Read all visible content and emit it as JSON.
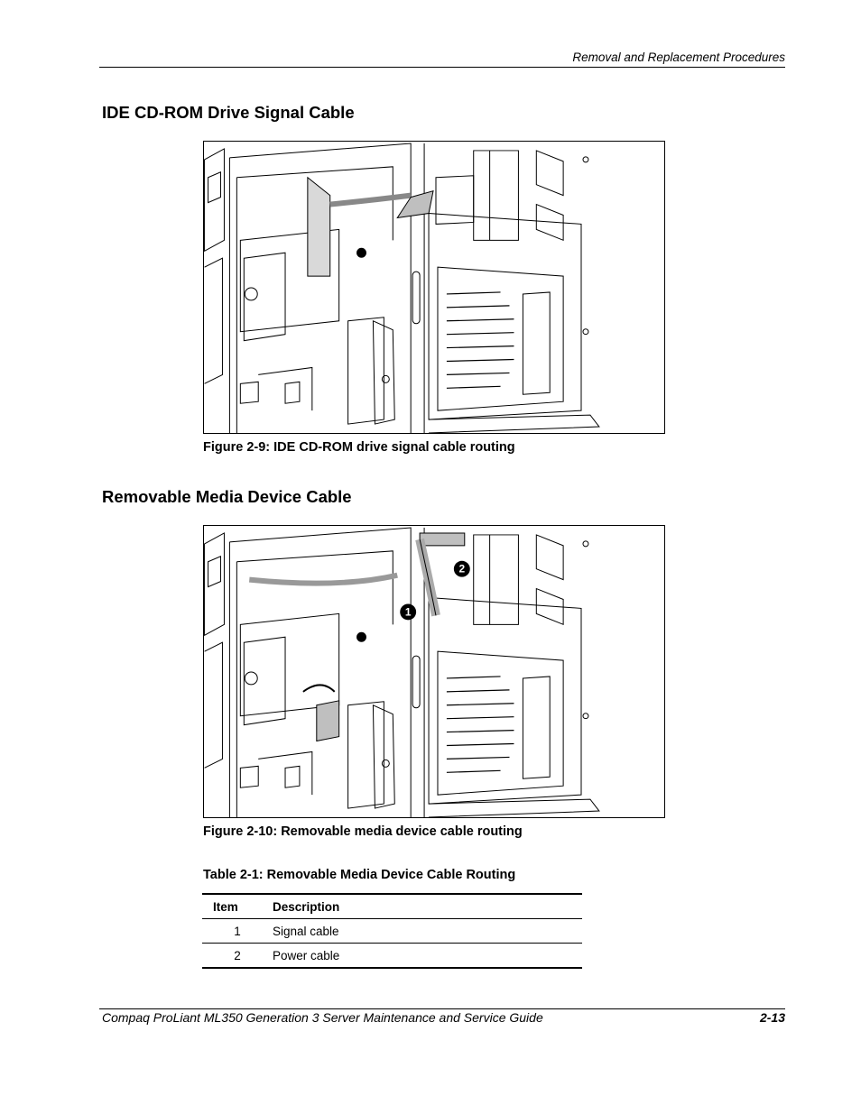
{
  "header": {
    "section_title": "Removal and Replacement Procedures"
  },
  "section1": {
    "heading": "IDE CD-ROM Drive Signal Cable",
    "figure_caption": "Figure 2-9:  IDE CD-ROM drive signal cable routing"
  },
  "section2": {
    "heading": "Removable Media Device Cable",
    "figure_caption": "Figure 2-10:  Removable media device cable routing",
    "callouts": [
      "1",
      "2"
    ]
  },
  "table": {
    "title": "Table 2-1:  Removable Media Device Cable Routing",
    "columns": [
      "Item",
      "Description"
    ],
    "rows": [
      {
        "item": "1",
        "description": "Signal cable"
      },
      {
        "item": "2",
        "description": "Power cable"
      }
    ]
  },
  "footer": {
    "guide_title": "Compaq ProLiant ML350 Generation 3 Server Maintenance and Service Guide",
    "page_number": "2-13"
  }
}
